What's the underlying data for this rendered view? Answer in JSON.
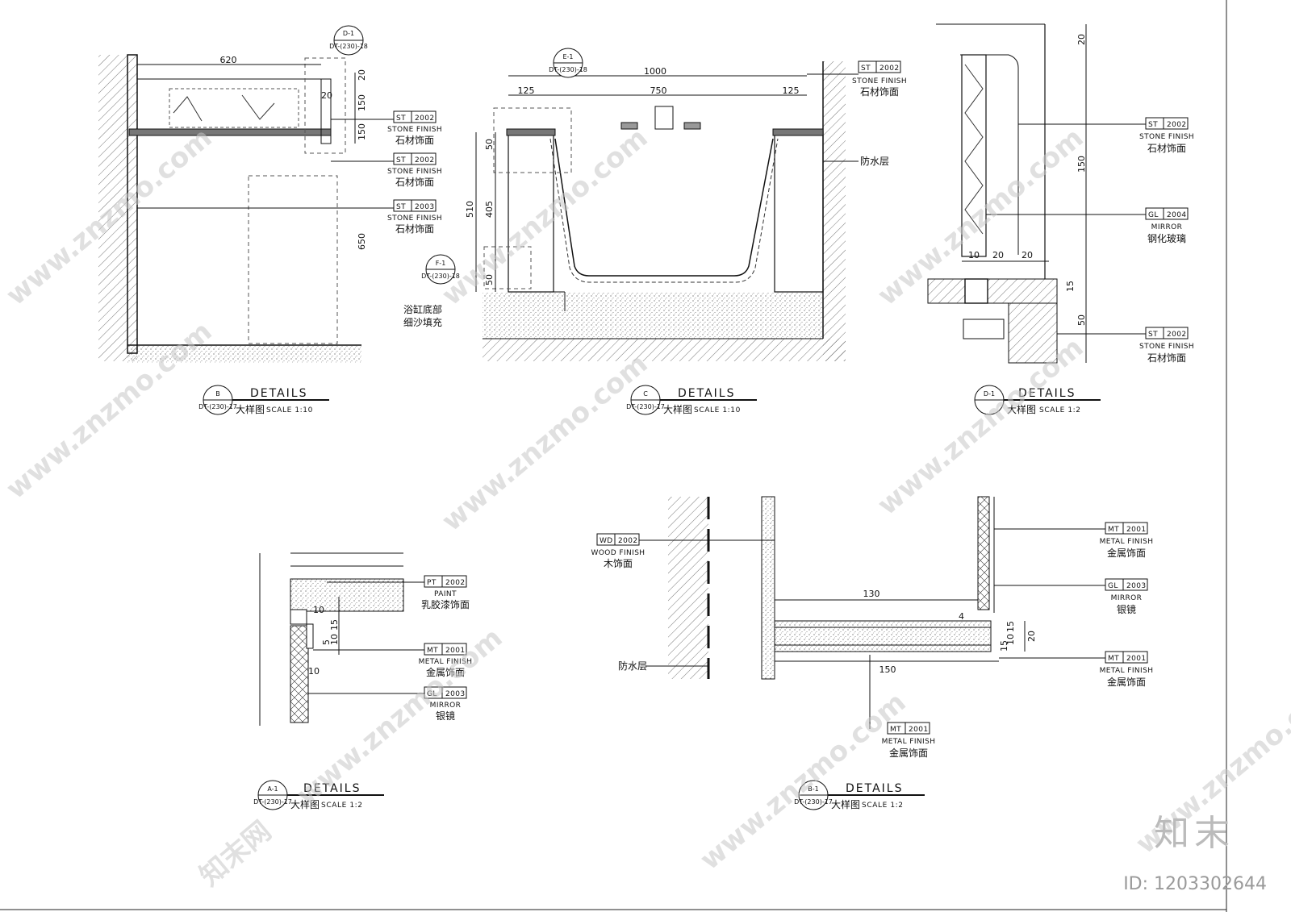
{
  "details": [
    {
      "id": "B",
      "ref": "DT-(230)-17",
      "title_en": "DETAILS",
      "title_cn": "大样图",
      "scale": "SCALE 1:10"
    },
    {
      "id": "C",
      "ref": "DT-(230)-17",
      "title_en": "DETAILS",
      "title_cn": "大样图",
      "scale": "SCALE 1:10"
    },
    {
      "id": "D-1",
      "ref": "",
      "title_en": "DETAILS",
      "title_cn": "大样图",
      "scale": "SCALE 1:2"
    },
    {
      "id": "A-1",
      "ref": "DT-(230)-17",
      "title_en": "DETAILS",
      "title_cn": "大样图",
      "scale": "SCALE 1:2"
    },
    {
      "id": "B-1",
      "ref": "DT-(230)-17",
      "title_en": "DETAILS",
      "title_cn": "大样图",
      "scale": "SCALE 1:2"
    }
  ],
  "callouts": {
    "b_top": {
      "id": "D-1",
      "ref": "DT-(230)-18"
    },
    "c_top": {
      "id": "E-1",
      "ref": "DT-(230)-18"
    },
    "c_left": {
      "id": "F-1",
      "ref": "DT-(230)-18"
    }
  },
  "tags": {
    "b1": {
      "code": "ST",
      "num": "2002",
      "en": "STONE FINISH",
      "cn": "石材饰面"
    },
    "b2": {
      "code": "ST",
      "num": "2002",
      "en": "STONE FINISH",
      "cn": "石材饰面"
    },
    "b3": {
      "code": "ST",
      "num": "2003",
      "en": "STONE FINISH",
      "cn": "石材饰面"
    },
    "c1": {
      "code": "ST",
      "num": "2002",
      "en": "STONE FINISH",
      "cn": "石材饰面"
    },
    "d1": {
      "code": "ST",
      "num": "2002",
      "en": "STONE FINISH",
      "cn": "石材饰面"
    },
    "d2": {
      "code": "GL",
      "num": "2004",
      "en": "MIRROR",
      "cn": "钢化玻璃"
    },
    "d3": {
      "code": "ST",
      "num": "2002",
      "en": "STONE FINISH",
      "cn": "石材饰面"
    },
    "a1": {
      "code": "PT",
      "num": "2002",
      "en": "PAINT",
      "cn": "乳胶漆饰面"
    },
    "a2": {
      "code": "MT",
      "num": "2001",
      "en": "METAL FINISH",
      "cn": "金属饰面"
    },
    "a3": {
      "code": "GL",
      "num": "2003",
      "en": "MIRROR",
      "cn": "银镜"
    },
    "e1": {
      "code": "WD",
      "num": "2002",
      "en": "WOOD FINISH",
      "cn": "木饰面"
    },
    "e2": {
      "code": "MT",
      "num": "2001",
      "en": "METAL FINISH",
      "cn": "金属饰面"
    },
    "e3": {
      "code": "GL",
      "num": "2003",
      "en": "MIRROR",
      "cn": "银镜"
    },
    "e4": {
      "code": "MT",
      "num": "2001",
      "en": "METAL FINISH",
      "cn": "金属饰面"
    },
    "e5": {
      "code": "MT",
      "num": "2001",
      "en": "METAL FINISH",
      "cn": "金属饰面"
    }
  },
  "notes": {
    "c_waterproof": "防水层",
    "c_sand": "浴缸底部",
    "c_sand2": "细沙填充",
    "e_waterproof": "防水层"
  },
  "dims": {
    "b": [
      "620",
      "20",
      "20",
      "150",
      "150",
      "650"
    ],
    "c": [
      "1000",
      "125",
      "750",
      "125",
      "510",
      "405",
      "50",
      "50"
    ],
    "d": [
      "20",
      "150",
      "10",
      "20",
      "20",
      "15",
      "50"
    ],
    "a": [
      "10",
      "15",
      "10",
      "5",
      "10"
    ],
    "e": [
      "130",
      "150",
      "4",
      "15",
      "10",
      "15",
      "20"
    ]
  },
  "watermark": "www.znzmo.com",
  "watermark_cn": "知末网",
  "brand": "知末",
  "image_id": "ID: 1203302644"
}
